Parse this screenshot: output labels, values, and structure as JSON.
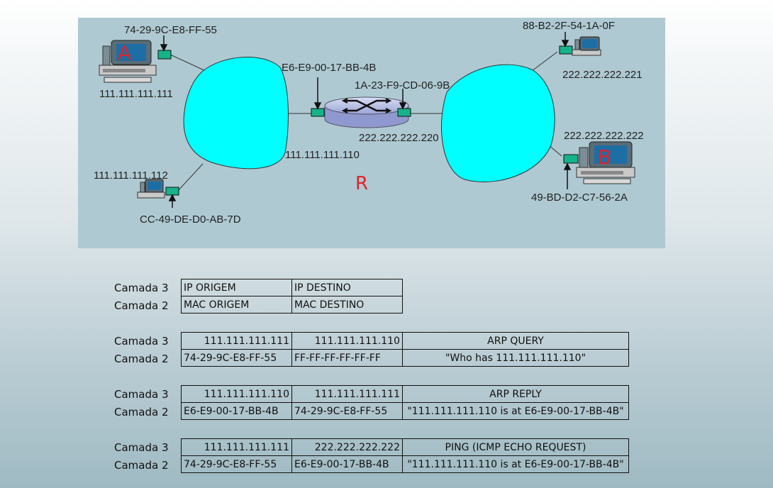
{
  "network": {
    "host_a": {
      "mac": "74-29-9C-E8-FF-55",
      "ip": "111.111.111.111",
      "letter": "A"
    },
    "host_c": {
      "mac": "CC-49-DE-D0-AB-7D",
      "ip": "111.111.111.112"
    },
    "host_d": {
      "mac": "88-B2-2F-54-1A-0F",
      "ip": "222.222.222.221"
    },
    "host_b": {
      "mac": "49-BD-D2-C7-56-2A",
      "ip": "222.222.222.222",
      "letter": "B"
    },
    "router": {
      "left_mac": "E6-E9-00-17-BB-4B",
      "right_mac": "1A-23-F9-CD-06-9B",
      "left_ip": "111.111.111.110",
      "right_ip": "222.222.222.220",
      "label": "R"
    },
    "colors": {
      "cloud": "#00ffff",
      "background": "#aec9d2",
      "interface": "#16b38a",
      "router_label": "#e0222a"
    }
  },
  "legend": {
    "layer3": "Camada 3",
    "layer2": "Camada 2",
    "ip_src": "IP ORIGEM",
    "ip_dst": "IP DESTINO",
    "mac_src": "MAC ORIGEM",
    "mac_dst": "MAC DESTINO"
  },
  "frames": [
    {
      "layer3": "Camada 3",
      "layer2": "Camada 2",
      "ip_src": "111.111.111.111",
      "ip_dst": "111.111.111.110",
      "mac_src": "74-29-9C-E8-FF-55",
      "mac_dst": "FF-FF-FF-FF-FF-FF",
      "type": "ARP QUERY",
      "info": "\"Who has 111.111.111.110\""
    },
    {
      "layer3": "Camada 3",
      "layer2": "Camada 2",
      "ip_src": "111.111.111.110",
      "ip_dst": "111.111.111.111",
      "mac_src": "E6-E9-00-17-BB-4B",
      "mac_dst": "74-29-9C-E8-FF-55",
      "type": "ARP REPLY",
      "info": "\"111.111.111.110 is at E6-E9-00-17-BB-4B\""
    },
    {
      "layer3": "Camada 3",
      "layer2": "Camada 2",
      "ip_src": "111.111.111.111",
      "ip_dst": "222.222.222.222",
      "mac_src": "74-29-9C-E8-FF-55",
      "mac_dst": "E6-E9-00-17-BB-4B",
      "type": "PING (ICMP ECHO REQUEST)",
      "info": "\"111.111.111.110 is at E6-E9-00-17-BB-4B\""
    }
  ]
}
